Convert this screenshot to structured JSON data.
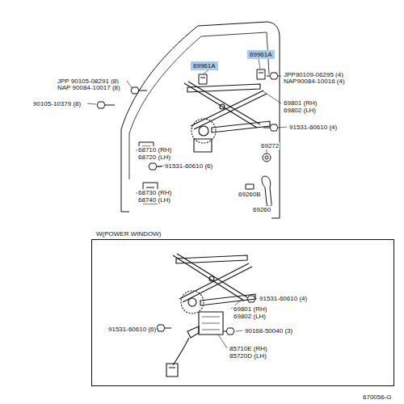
{
  "diagram": {
    "nodes": [
      {
        "text": [
          "W(POWER WINDOW)"
        ]
      },
      {
        "text": [
          "69961A"
        ]
      },
      {
        "text": [
          "69961A"
        ]
      }
    ],
    "labels": [
      "JPP 90105-08291 (8)",
      "NAP 90084-10017 (8)",
      "90105-10379 (8)",
      "68710 (RH)",
      "68720 (LH)",
      "68730 (RH)",
      "68740 (LH)",
      "JPP90109-06295 (4)",
      "NAP90084-10016 (4)",
      "69801 (RH)",
      "69802 (LH)",
      "91531-60610 (4)",
      "69272",
      "91531-60610 (6)",
      "69260B",
      "69260",
      "91531-60610 (4)",
      "69801 (RH)",
      "69802 (LH)",
      "91531-60610 (6)",
      "90168-50040 (3)",
      "85710E (RH)",
      "85720D (LH)",
      "670056-G"
    ]
  }
}
